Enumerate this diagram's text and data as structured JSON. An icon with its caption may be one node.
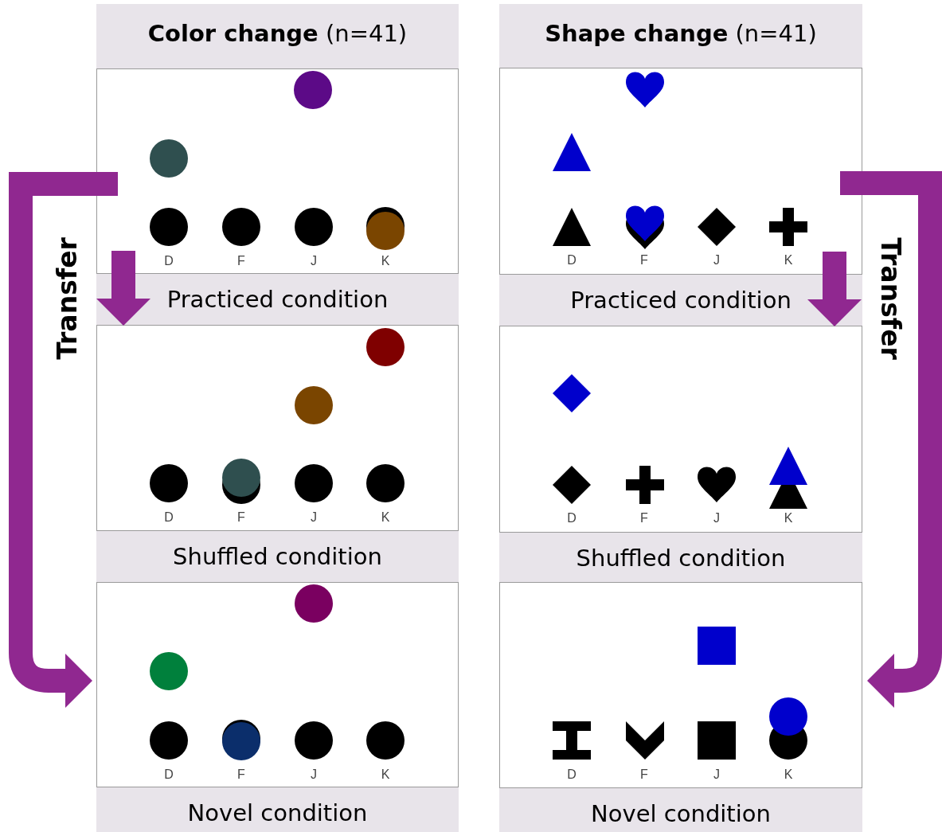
{
  "diagram": {
    "nodes": [
      {
        "text": [
          "**Color change** (n=41)"
        ]
      },
      {
        "text": [
          "D",
          "F",
          "J",
          "K",
          "Practiced condition"
        ],
        "in": 0
      },
      {
        "text": [
          "D",
          "F",
          "J",
          "K",
          "Shuffled condition"
        ],
        "in": 0
      },
      {
        "text": [
          "D",
          "F",
          "J",
          "K",
          "Novel condition"
        ],
        "in": 0
      },
      {
        "text": [
          "**Shape change** (n=41)"
        ]
      },
      {
        "text": [
          "D",
          "F",
          "J",
          "K",
          "Practiced condition"
        ],
        "in": 4
      },
      {
        "text": [
          "D",
          "F",
          "J",
          "K",
          "Shuffled condition"
        ],
        "in": 4
      },
      {
        "text": [
          "D",
          "F",
          "J",
          "K",
          "Novel condition"
        ],
        "in": 4
      }
    ],
    "edges": [
      {
        "from": 1,
        "to": 2,
        "arrow": "to"
      },
      {
        "from": 1,
        "to": 3,
        "arrow": "to",
        "label": "Transfer"
      },
      {
        "from": 5,
        "to": 6,
        "arrow": "to"
      },
      {
        "from": 5,
        "to": 7,
        "arrow": "to",
        "label": "Transfer"
      }
    ]
  }
}
